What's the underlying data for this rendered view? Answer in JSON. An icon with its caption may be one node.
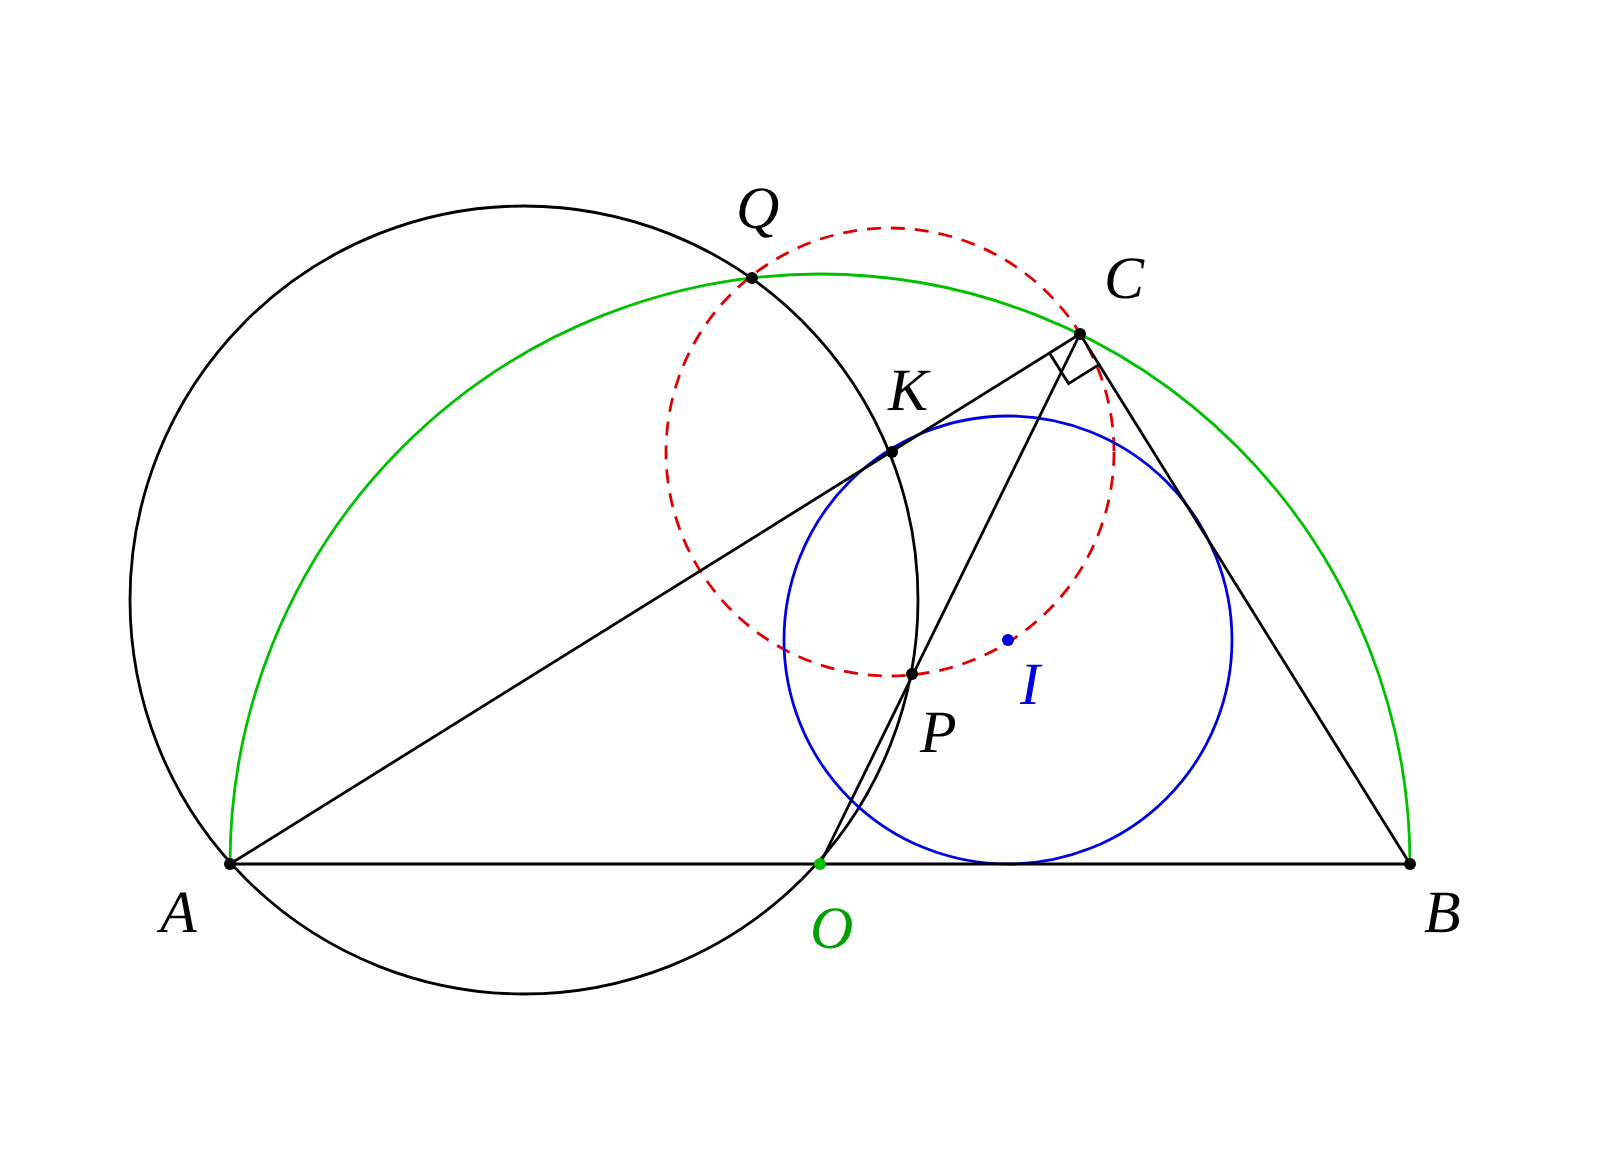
{
  "diagram": {
    "labels": [
      "Q",
      "C",
      "K",
      "I",
      "P",
      "A",
      "O",
      "B"
    ]
  }
}
